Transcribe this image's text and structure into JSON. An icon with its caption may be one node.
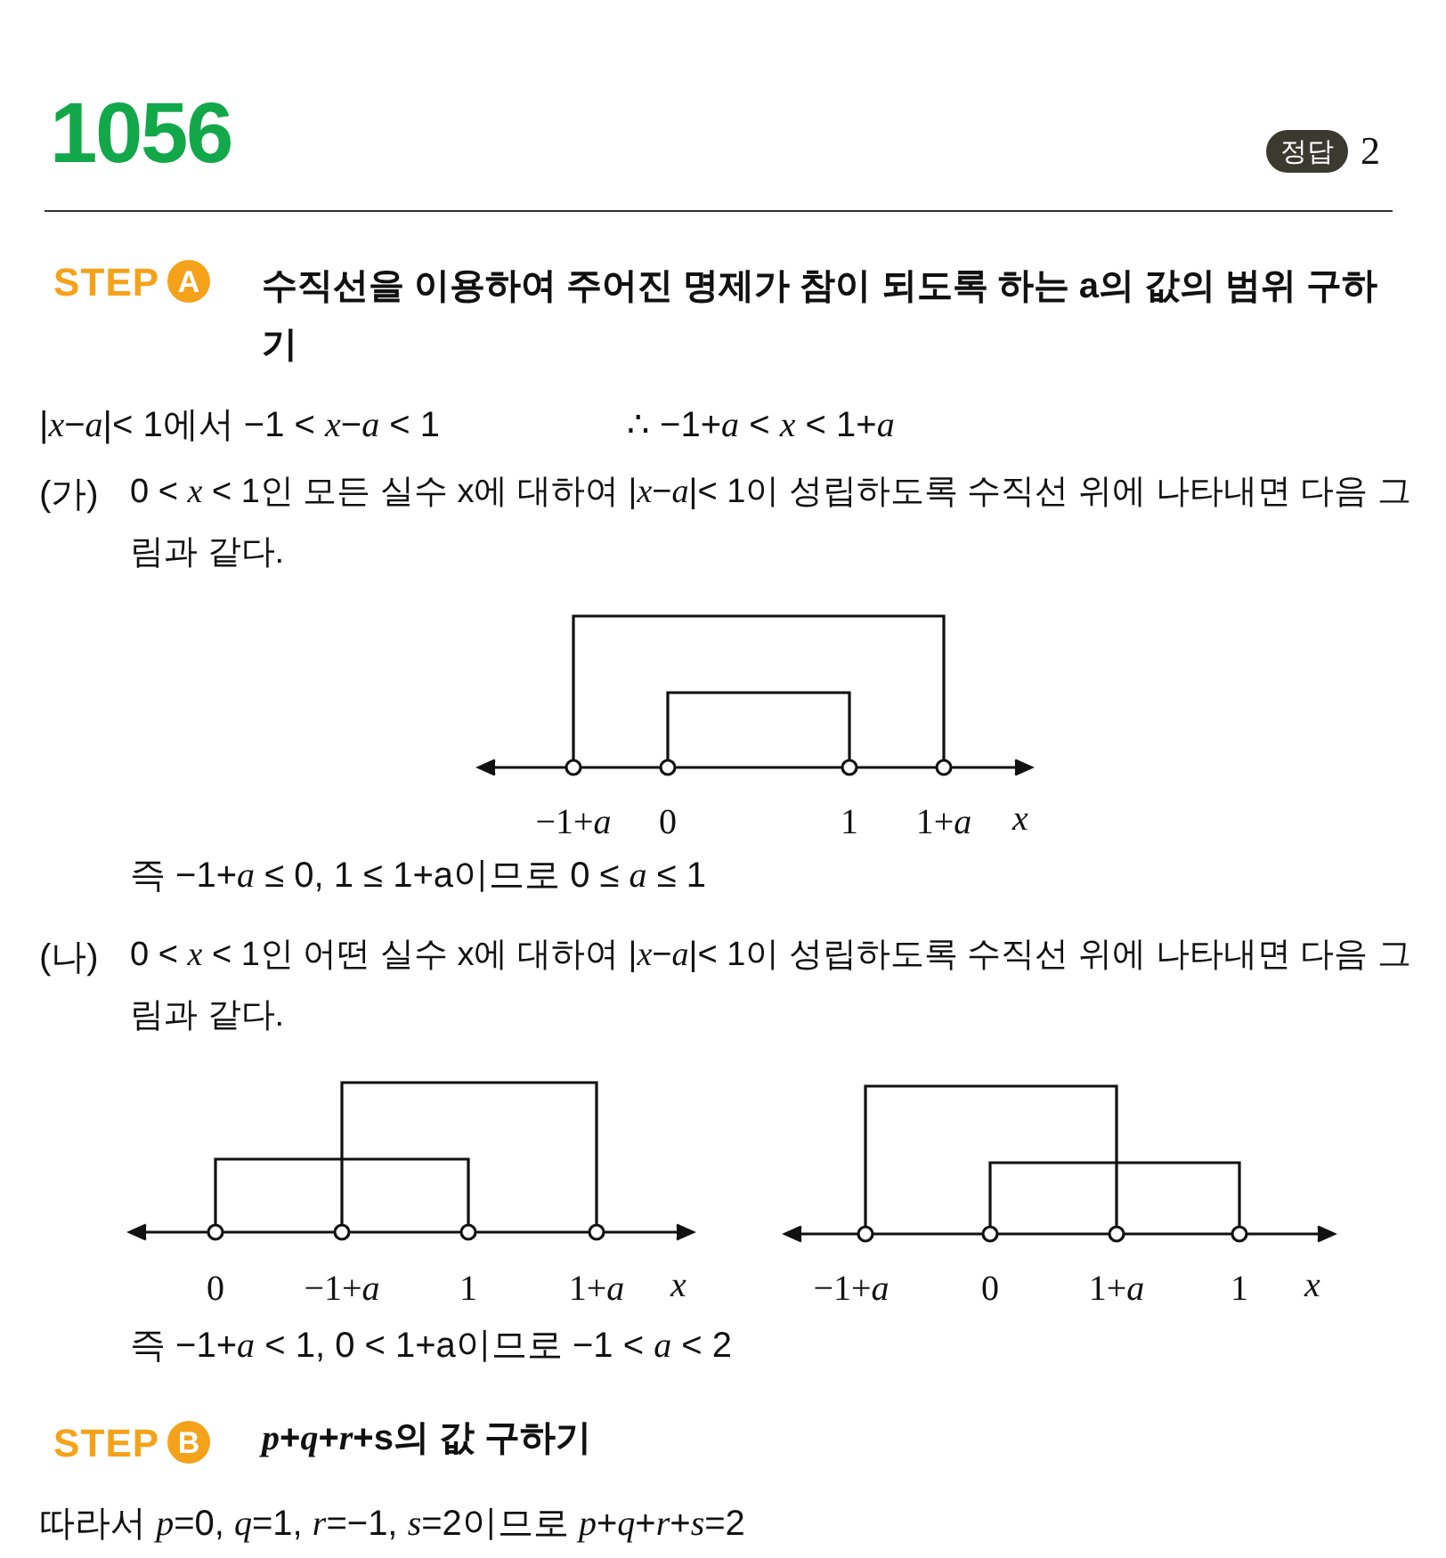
{
  "diagram": {
    "nodes": [
      {
        "text": [
          "정답"
        ],
        "beside": [
          "2"
        ]
      },
      {
        "text": [
          "A"
        ]
      },
      {
        "text": [
          "B"
        ]
      }
    ],
    "labels": [
      "1056",
      "STEP",
      "수직선을 이용하여 주어진 명제가 참이 되도록 하는 a의 값의 범위 구하기",
      "|*x*−*a*|< 1에서 −1 < *x*−*a* < 1",
      "∴ −1+*a* < *x* < 1+*a*",
      "(가)",
      "0 < *x* < 1인 모든 실수 x에 대하여 |*x*−*a*|< 1이 성립하도록 수직선 위에 나타내면 다음 그림과 같다.",
      "−1+*a*",
      "0",
      "1",
      "1+*a*",
      "*x*",
      "즉 −1+*a* ≤ 0, 1 ≤ 1+a이므로 0 ≤ *a* ≤ 1",
      "(나)",
      "0 < *x* < 1인 어떤 실수 x에 대하여 |*x*−*a*|< 1이 성립하도록 수직선 위에 나타내면 다음 그림과 같다.",
      "0",
      "−1+*a*",
      "1",
      "1+*a*",
      "*x*",
      "−1+*a*",
      "0",
      "1+*a*",
      "1",
      "*x*",
      "즉 −1+*a* < 1, 0 < 1+a이므로 −1 < *a* < 2",
      "STEP",
      "*p*+*q*+*r*+s의 값 구하기",
      "따라서 *p*=0, *q*=1, *r*=−1, *s*=2이므로 *p*+*q*+*r*+*s*=2"
    ]
  }
}
